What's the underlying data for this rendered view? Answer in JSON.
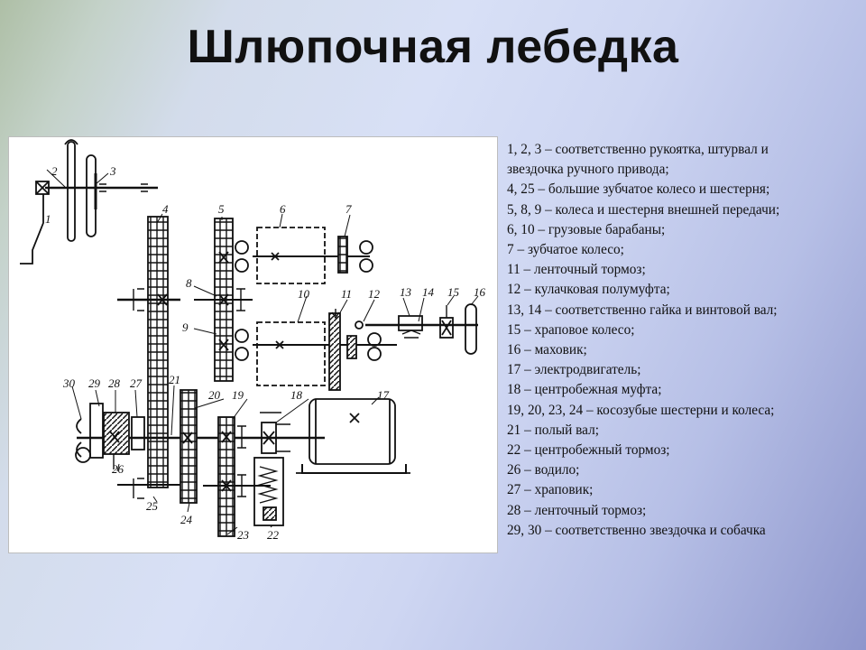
{
  "slide": {
    "title": "Шлюпочная лебедка"
  },
  "diagram": {
    "callouts": [
      "1",
      "2",
      "3",
      "4",
      "5",
      "6",
      "7",
      "8",
      "9",
      "10",
      "11",
      "12",
      "13",
      "14",
      "15",
      "16",
      "17",
      "18",
      "19",
      "20",
      "21",
      "22",
      "23",
      "24",
      "25",
      "26",
      "27",
      "28",
      "29",
      "30"
    ]
  },
  "legend": [
    "1, 2, 3 – соответственно рукоятка, штурвал и",
    "звездочка ручного привода;",
    "4, 25 – большие зубчатое колесо и шестерня;",
    "5, 8, 9 – колеса и шестерня внешней передачи;",
    "6, 10 – грузовые барабаны;",
    "7 – зубчатое колесо;",
    "11 – ленточный тормоз;",
    "12 – кулачковая полумуфта;",
    "13, 14 – соответственно гайка и винтовой вал;",
    "15 – храповое колесо;",
    "16 – маховик;",
    "17 – электродвигатель;",
    "18 – центробежная муфта;",
    "19, 20, 23, 24 – косозубые шестерни и колеса;",
    "21 – полый вал;",
    "22 – центробежный тормоз;",
    "26 – водило;",
    "27 – храповик;",
    "28 – ленточный тормоз;",
    "29, 30 – соответственно звездочка и собачка"
  ]
}
